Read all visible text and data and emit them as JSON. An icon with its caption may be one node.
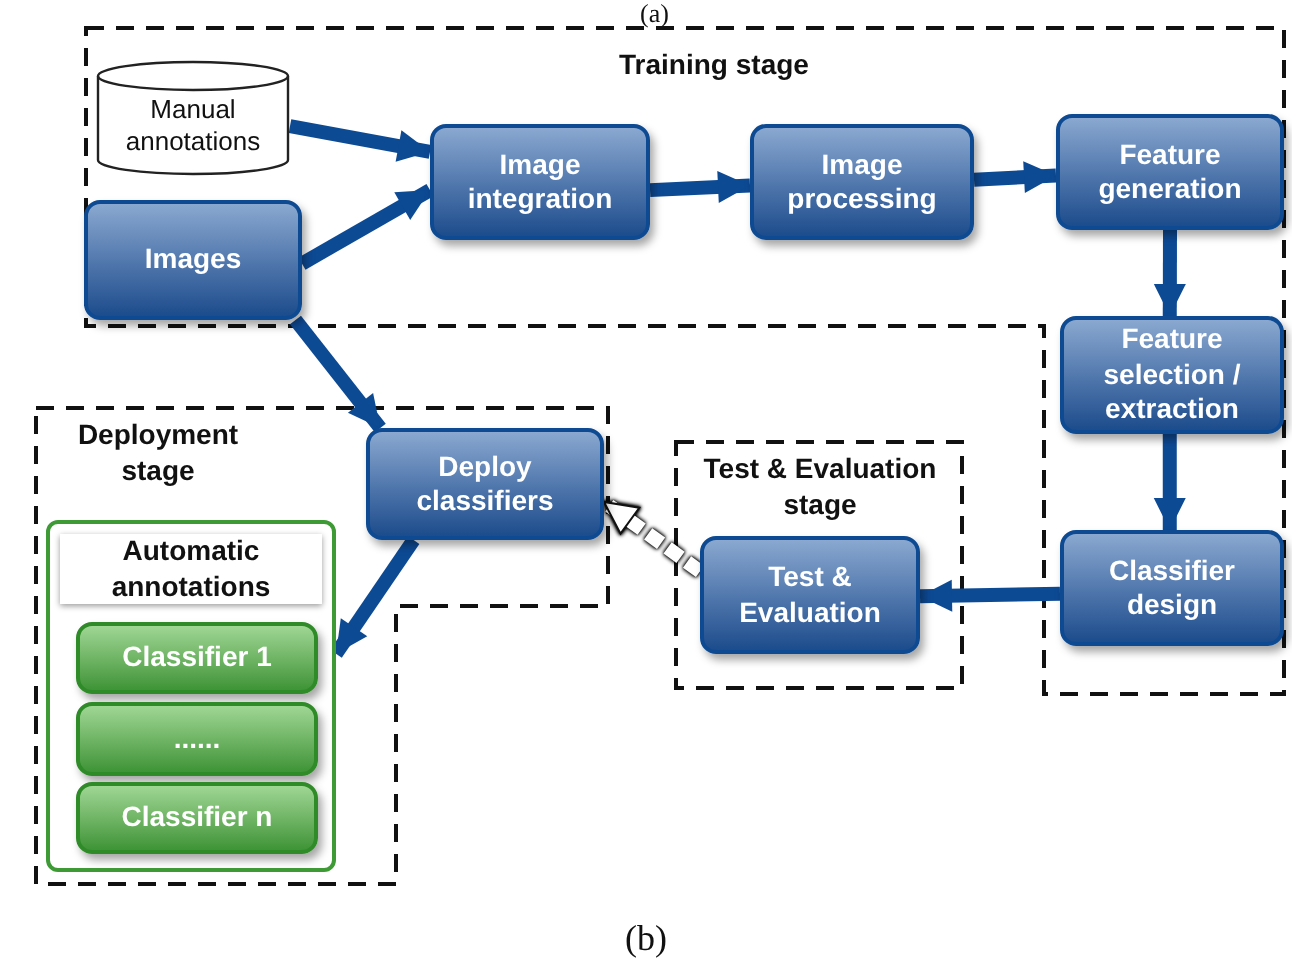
{
  "diagram": {
    "caption": "(b)",
    "nodes": [
      {
        "text": [
          "Training stage"
        ]
      },
      {
        "text": [
          "Manual annotations"
        ],
        "in": 0
      },
      {
        "text": [
          "Images"
        ],
        "in": 0
      },
      {
        "text": [
          "Image integration"
        ],
        "in": 0
      },
      {
        "text": [
          "Image processing"
        ],
        "in": 0
      },
      {
        "text": [
          "Feature generation"
        ],
        "in": 0
      },
      {
        "text": [
          "Feature selection / extraction"
        ],
        "in": 0
      },
      {
        "text": [
          "Deployment stage"
        ]
      },
      {
        "text": [
          "Deploy classifiers"
        ],
        "in": 7
      },
      {
        "text": [
          "Test & Evaluation stage"
        ]
      },
      {
        "text": [
          "Test & Evaluation"
        ],
        "in": 9
      },
      {
        "text": [
          "Classifier design"
        ],
        "in": 0
      },
      {
        "text": [
          "Automatic annotations"
        ],
        "in": 7
      },
      {
        "text": [
          "Classifier 1"
        ],
        "in": 12
      },
      {
        "text": [
          "......"
        ],
        "in": 12
      },
      {
        "text": [
          "Classifier n"
        ],
        "in": 12
      }
    ],
    "edges": [
      {
        "from": 1,
        "to": 3,
        "arrow": "to"
      },
      {
        "from": 2,
        "to": 3,
        "arrow": "to"
      },
      {
        "from": 3,
        "to": 4,
        "arrow": "to"
      },
      {
        "from": 4,
        "to": 5,
        "arrow": "to"
      },
      {
        "from": 5,
        "to": 6,
        "arrow": "to"
      },
      {
        "from": 6,
        "to": 11,
        "arrow": "to"
      },
      {
        "from": 11,
        "to": 10,
        "arrow": "to"
      },
      {
        "from": 10,
        "to": 8,
        "arrow": "to",
        "style": "dashed",
        "color": "#ffffff"
      },
      {
        "from": 2,
        "to": 8,
        "arrow": "to"
      },
      {
        "from": 8,
        "to": 12,
        "arrow": "to"
      }
    ],
    "labels": [
      "(a)"
    ]
  }
}
